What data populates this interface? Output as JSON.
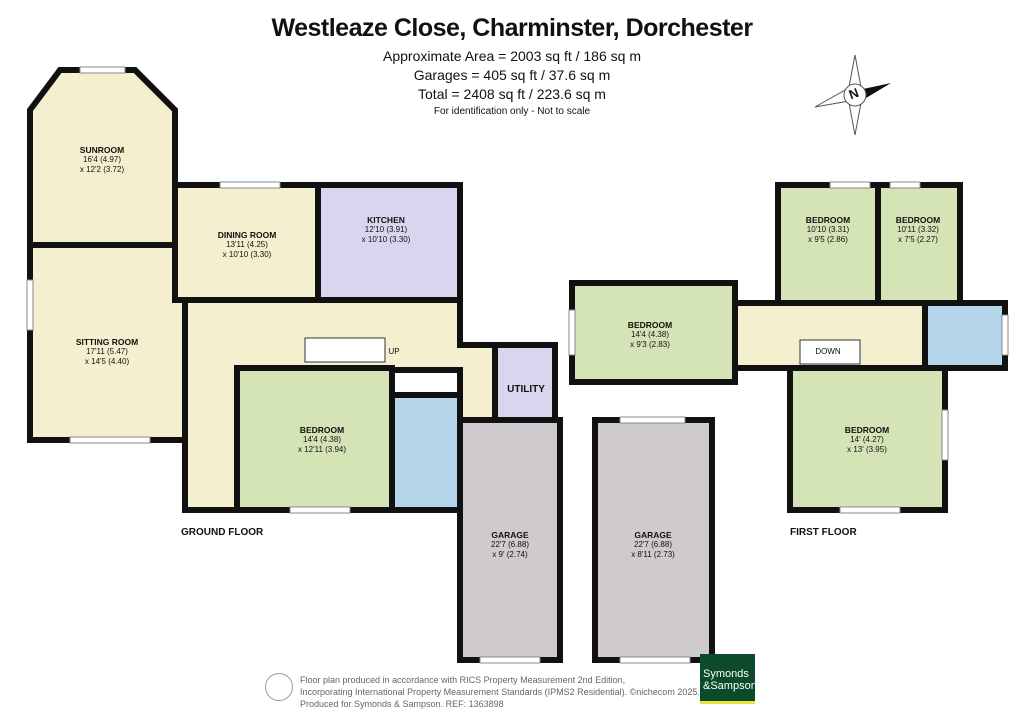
{
  "header": {
    "title": "Westleaze Close, Charminster, Dorchester",
    "area": "Approximate Area = 2003 sq ft / 186 sq m",
    "garages": "Garages = 405 sq ft / 37.6 sq m",
    "total": "Total = 2408 sq ft / 223.6 sq m",
    "note": "For identification only - Not to scale"
  },
  "compass": {
    "label": "N",
    "icon": "north-compass-icon"
  },
  "colors": {
    "living": "#f4efcf",
    "kitchen": "#d8d6ef",
    "bedroom": "#d5e4b7",
    "bathroom": "#b5d5ea",
    "garage": "#cfcacd",
    "utility": "#d8d6ef",
    "wall": "#111111",
    "brand": "#0b4b2b"
  },
  "ground_floor": {
    "label": "GROUND FLOOR",
    "rooms": [
      {
        "name": "SUNROOM",
        "dim1": "16'4 (4.97)",
        "dim2": "x 12'2 (3.72)"
      },
      {
        "name": "DINING ROOM",
        "dim1": "13'11 (4.25)",
        "dim2": "x 10'10 (3.30)"
      },
      {
        "name": "KITCHEN",
        "dim1": "12'10 (3.91)",
        "dim2": "x 10'10 (3.30)"
      },
      {
        "name": "SITTING ROOM",
        "dim1": "17'11 (5.47)",
        "dim2": "x 14'5 (4.40)"
      },
      {
        "name": "BEDROOM",
        "dim1": "14'4 (4.38)",
        "dim2": "x 12'11 (3.94)"
      },
      {
        "name": "UTILITY"
      },
      {
        "name": "GARAGE",
        "dim1": "22'7 (6.88)",
        "dim2": "x 9' (2.74)"
      },
      {
        "name": "GARAGE",
        "dim1": "22'7 (6.88)",
        "dim2": "x 8'11 (2.73)"
      }
    ],
    "stairs_label": "UP"
  },
  "first_floor": {
    "label": "FIRST FLOOR",
    "rooms": [
      {
        "name": "BEDROOM",
        "dim1": "10'10 (3.31)",
        "dim2": "x 9'5 (2.86)"
      },
      {
        "name": "BEDROOM",
        "dim1": "10'11 (3.32)",
        "dim2": "x 7'5 (2.27)"
      },
      {
        "name": "BEDROOM",
        "dim1": "14'4 (4.38)",
        "dim2": "x 9'3 (2.83)"
      },
      {
        "name": "BEDROOM",
        "dim1": "14' (4.27)",
        "dim2": "x 13' (3.95)"
      }
    ],
    "stairs_label": "DOWN"
  },
  "footer": {
    "line1": "Floor plan produced in accordance with RICS Property Measurement 2nd Edition,",
    "line2": "Incorporating International Property Measurement Standards (IPMS2 Residential).   ©nichecom 2025.",
    "line3": "Produced for Symonds & Sampson.   REF: 1363898"
  },
  "logo": {
    "line1": "Symonds",
    "line2": "&Sampson"
  }
}
